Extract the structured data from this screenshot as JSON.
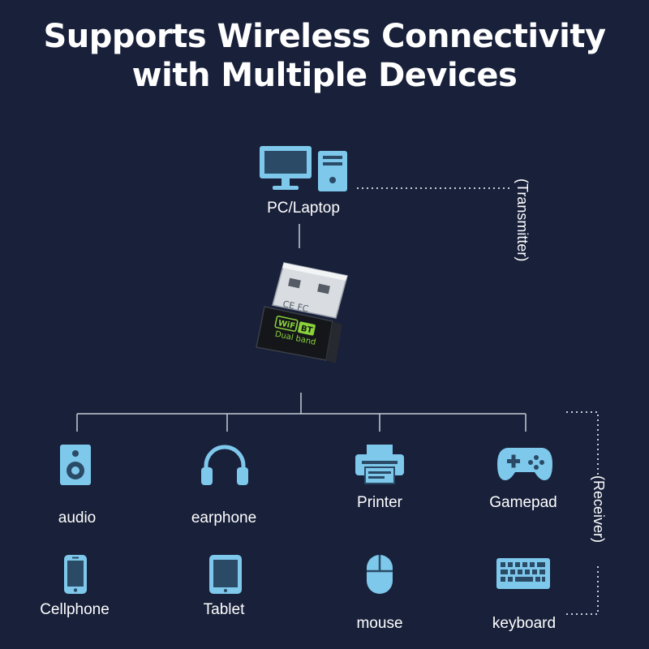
{
  "headline": {
    "line1": "Supports  Wireless  Connectivity",
    "line2": "with Multiple Devices"
  },
  "source": {
    "label": "PC/Laptop",
    "role": "(Transmitter)",
    "icon": "desktop-computer-icon"
  },
  "adapter": {
    "mark_wifi": "WiFi",
    "mark_bt": "BT",
    "mark_band": "Dual band",
    "mark_cert": "CE FC"
  },
  "receivers": {
    "role": "(Receiver)",
    "devices": [
      {
        "label": "audio",
        "icon": "speaker-icon"
      },
      {
        "label": "earphone",
        "icon": "headphones-icon"
      },
      {
        "label": "Printer",
        "icon": "printer-icon"
      },
      {
        "label": "Gamepad",
        "icon": "gamepad-icon"
      },
      {
        "label": "Cellphone",
        "icon": "cellphone-icon"
      },
      {
        "label": "Tablet",
        "icon": "tablet-icon"
      },
      {
        "label": "mouse",
        "icon": "mouse-icon"
      },
      {
        "label": "keyboard",
        "icon": "keyboard-icon"
      }
    ]
  },
  "colors": {
    "background": "#18203a",
    "icon_fill": "#7ec8ec",
    "icon_dark": "#2a4a66",
    "line": "#c8ccd6",
    "accent_green": "#8bd23a"
  }
}
